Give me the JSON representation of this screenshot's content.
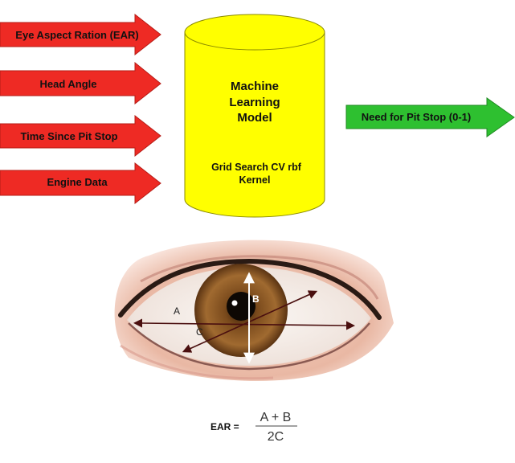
{
  "inputs": [
    {
      "label": "Eye Aspect Ration (EAR)"
    },
    {
      "label": "Head Angle"
    },
    {
      "label": "Time Since Pit Stop"
    },
    {
      "label": "Engine Data"
    }
  ],
  "model": {
    "title_lines": [
      "Machine",
      "Learning",
      "Model"
    ],
    "method_lines": [
      "Grid Search CV rbf",
      "Kernel"
    ]
  },
  "output": {
    "label": "Need for Pit Stop (0-1)"
  },
  "eye_labels": {
    "a": "A",
    "b": "B",
    "c": "C"
  },
  "formula": {
    "lhs": "EAR =",
    "numerator": "A + B",
    "denominator": "2C"
  },
  "colors": {
    "input_arrow": "#ee2a24",
    "output_arrow": "#2ec030",
    "cylinder": "#ffff00",
    "iris": "#8a5a2b",
    "measurement_line": "#4a0f0f",
    "vertical_line": "#ffffff"
  }
}
